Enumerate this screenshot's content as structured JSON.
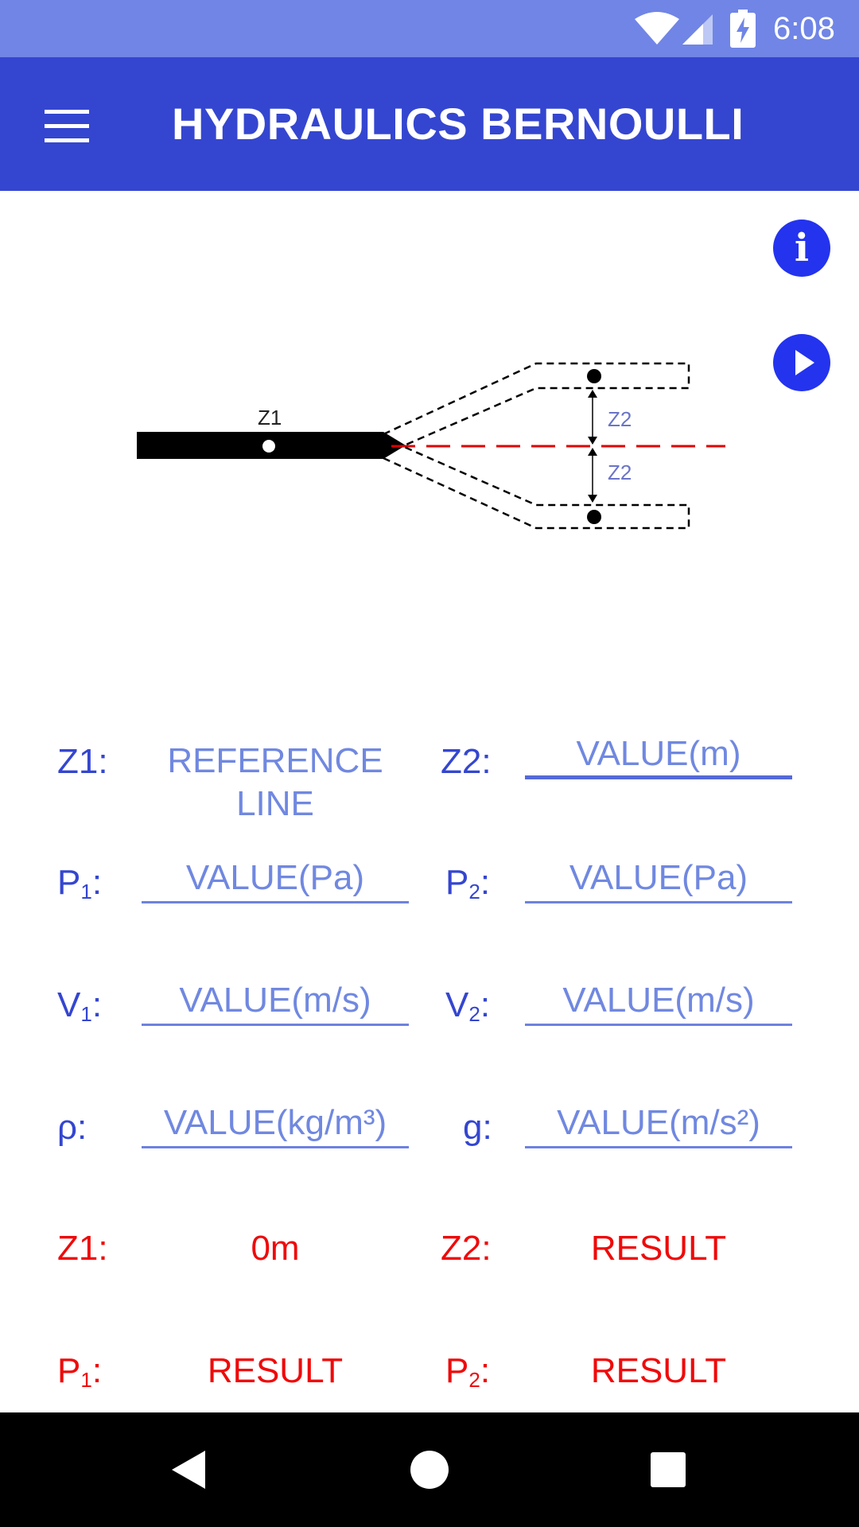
{
  "status_bar": {
    "time": "6:08",
    "icons": [
      "wifi-icon",
      "cell-signal-icon",
      "battery-charging-icon"
    ]
  },
  "app_bar": {
    "title": "HYDRAULICS BERNOULLI",
    "menu_icon": "hamburger-menu-icon"
  },
  "actions": {
    "info_glyph": "i",
    "info_icon": "info-icon",
    "play_icon": "play-icon"
  },
  "diagram": {
    "z1_label": "Z1",
    "z2_label_top": "Z2",
    "z2_label_bottom": "Z2"
  },
  "inputs": {
    "z1_label": "Z1:",
    "z1_value": "REFERENCE LINE",
    "z2_label": "Z2:",
    "z2_placeholder": "VALUE(m)",
    "p1_label": "P",
    "p1_sub": "1",
    "p1_placeholder": "VALUE(Pa)",
    "p2_label": "P",
    "p2_sub": "2",
    "p2_placeholder": "VALUE(Pa)",
    "v1_label": "V",
    "v1_sub": "1",
    "v1_placeholder": "VALUE(m/s)",
    "v2_label": "V",
    "v2_sub": "2",
    "v2_placeholder": "VALUE(m/s)",
    "rho_label": "ρ:",
    "rho_placeholder": "VALUE(kg/m³)",
    "g_label": "g:",
    "g_placeholder": "VALUE(m/s²)"
  },
  "results": {
    "z1_label": "Z1:",
    "z1_value": "0m",
    "z2_label": "Z2:",
    "z2_value": "RESULT",
    "p1_label": "P",
    "p1_sub": "1",
    "p1_value": "RESULT",
    "p2_label": "P",
    "p2_sub": "2",
    "p2_value": "RESULT"
  },
  "colors": {
    "status_bar": "#7085e6",
    "app_bar": "#3446d0",
    "fab": "#2433ee",
    "label_blue": "#3446d0",
    "value_blue": "#7088e0",
    "result_red": "#ef0a0a"
  },
  "nav_bar": {
    "icons": [
      "back-icon",
      "home-icon",
      "recents-icon"
    ]
  }
}
